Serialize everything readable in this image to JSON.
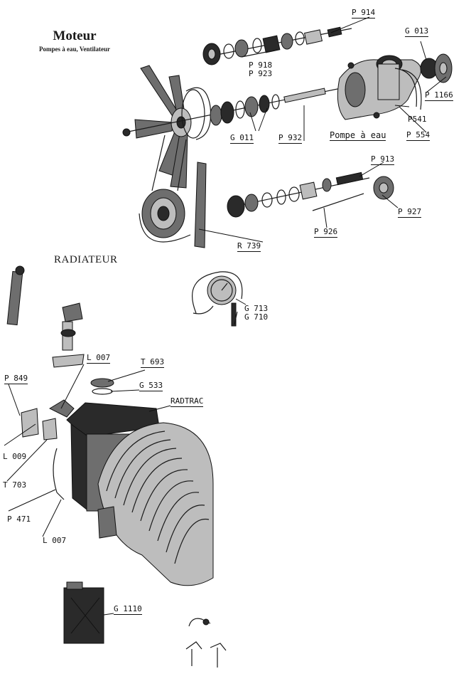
{
  "header": {
    "title": "Moteur",
    "subtitle": "Pompes à eau, Ventilateur"
  },
  "section_title": "RADIATEUR",
  "caption_pompe": "Pompe à eau",
  "labels": {
    "p914": "P 914",
    "g013": "G 013",
    "p918": "P 918",
    "p923": "P 923",
    "p1166": "P 1166",
    "p541": "P541",
    "p554": "P 554",
    "g011": "G 011",
    "p932": "P 932",
    "p913": "P 913",
    "p927": "P 927",
    "p926": "P 926",
    "r739": "R 739",
    "g713": "G 713",
    "g710": "G 710",
    "l007a": "L 007",
    "t693": "T 693",
    "p849": "P 849",
    "g533": "G 533",
    "radtrac": "RADTRAC",
    "l009": "L 009",
    "t703": "T 703",
    "p471": "P 471",
    "l007b": "L 007",
    "g1110": "G 1110"
  },
  "colors": {
    "ink": "#1a1a1a",
    "paper": "#ffffff",
    "shade": "#6e6e6e"
  }
}
